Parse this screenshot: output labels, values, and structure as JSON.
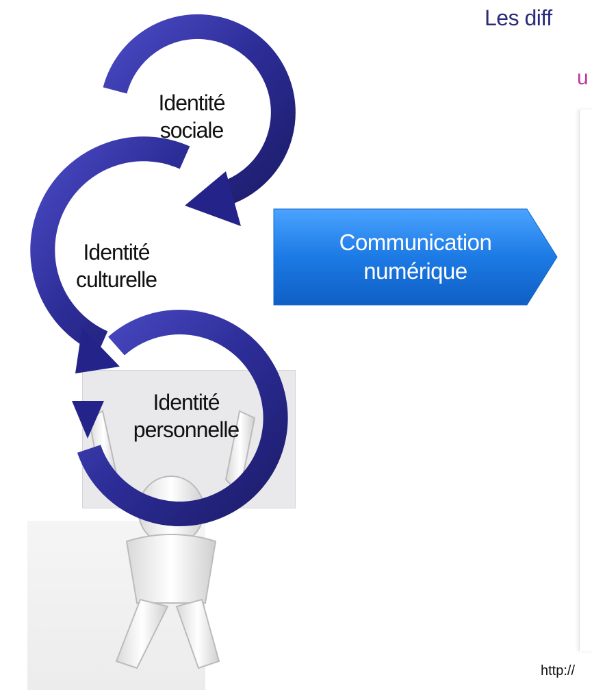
{
  "header": {
    "title": "Les diff",
    "subtitle": "u"
  },
  "diagram": {
    "cycles": [
      {
        "line1": "Identité",
        "line2": "sociale"
      },
      {
        "line1": "Identité",
        "line2": "culturelle"
      },
      {
        "line1": "Identité",
        "line2": "personnelle"
      }
    ],
    "arrow": {
      "line1": "Communication",
      "line2": "numérique"
    }
  },
  "footer": {
    "url": "http://"
  },
  "colors": {
    "ring_blue": "#2f2f9b",
    "arrow_blue": "#1e7fe6",
    "title_navy": "#2b2b7a",
    "subtitle_magenta": "#c0359a"
  }
}
